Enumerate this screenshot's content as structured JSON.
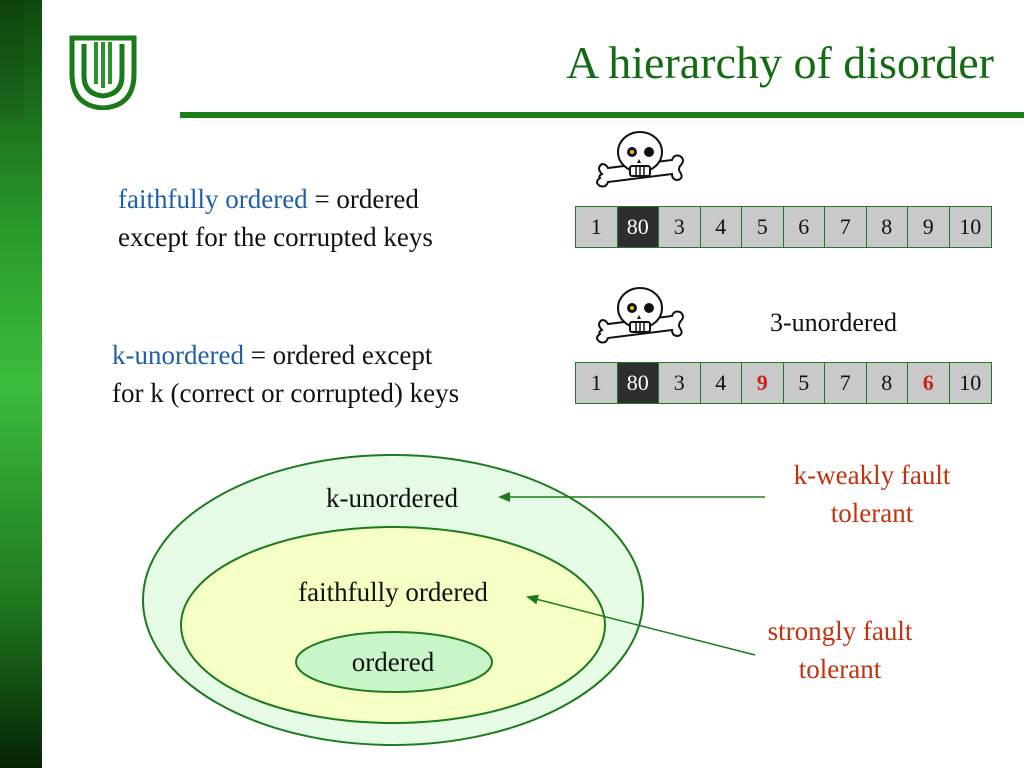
{
  "slide": {
    "title": "A hierarchy of disorder"
  },
  "definitions": [
    {
      "term": "faithfully ordered",
      "rest_line1": " = ordered",
      "line2": "except for the corrupted keys"
    },
    {
      "term": "k-unordered",
      "rest_line1": " = ordered except",
      "line2": "for k (correct or corrupted) keys"
    }
  ],
  "arrays": [
    {
      "cells": [
        {
          "value": "1",
          "state": "normal"
        },
        {
          "value": "80",
          "state": "corrupted"
        },
        {
          "value": "3",
          "state": "normal"
        },
        {
          "value": "4",
          "state": "normal"
        },
        {
          "value": "5",
          "state": "normal"
        },
        {
          "value": "6",
          "state": "normal"
        },
        {
          "value": "7",
          "state": "normal"
        },
        {
          "value": "8",
          "state": "normal"
        },
        {
          "value": "9",
          "state": "normal"
        },
        {
          "value": "10",
          "state": "normal"
        }
      ]
    },
    {
      "annotation": "3-unordered",
      "cells": [
        {
          "value": "1",
          "state": "normal"
        },
        {
          "value": "80",
          "state": "corrupted"
        },
        {
          "value": "3",
          "state": "normal"
        },
        {
          "value": "4",
          "state": "normal"
        },
        {
          "value": "9",
          "state": "misplaced"
        },
        {
          "value": "5",
          "state": "normal"
        },
        {
          "value": "7",
          "state": "normal"
        },
        {
          "value": "8",
          "state": "normal"
        },
        {
          "value": "6",
          "state": "misplaced"
        },
        {
          "value": "10",
          "state": "normal"
        }
      ]
    }
  ],
  "venn": {
    "outer": "k-unordered",
    "middle": "faithfully ordered",
    "inner": "ordered"
  },
  "callouts": {
    "weak": {
      "line1": "k-weakly fault",
      "line2": "tolerant"
    },
    "strong": {
      "line1": "strongly fault",
      "line2": "tolerant"
    }
  },
  "colors": {
    "title": "#136b13",
    "term": "#1f5fa8",
    "callout": "#c0330f",
    "misplaced": "#c8251d",
    "corrupted_cell": "#2e2e2e",
    "cell": "#c9c9c9",
    "outer_fill": "#e6fbe6",
    "middle_fill": "#f5ffc4",
    "inner_fill": "#c9f5c9",
    "stroke": "#1e7a1e"
  },
  "icons": {
    "logo": "university-shield-icon",
    "skull": "skull-crossbones-icon"
  }
}
